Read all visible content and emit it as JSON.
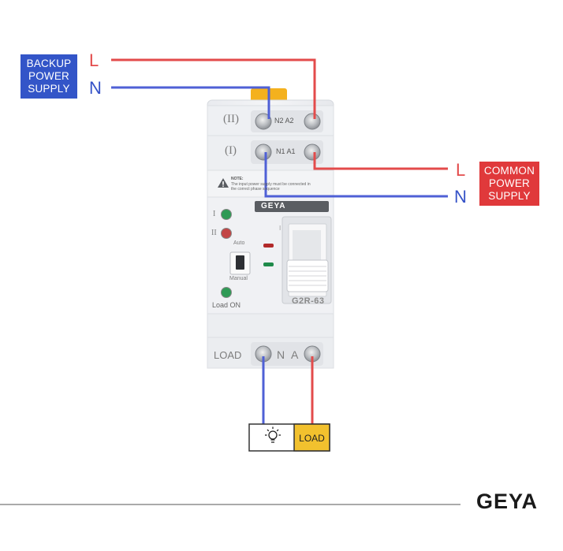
{
  "backup_supply": {
    "lines": [
      "BACKUP",
      "POWER",
      "SUPPLY"
    ],
    "l_label": "L",
    "n_label": "N",
    "box_color": "#3355c8"
  },
  "common_supply": {
    "lines": [
      "COMMON",
      "POWER",
      "SUPPLY"
    ],
    "l_label": "L",
    "n_label": "N",
    "box_color": "#e0393b"
  },
  "colors": {
    "live_wire": "#e34b4b",
    "neutral_wire": "#4f60d6",
    "load_yellow": "#f2c12e"
  },
  "device": {
    "row_2": {
      "roman": "(II)",
      "terminals": "N2 A2"
    },
    "row_1": {
      "roman": "(I)",
      "terminals": "N1 A1"
    },
    "note_title": "NOTE:",
    "note_text": [
      "The input power supply must be connected in",
      "the correct phase sequence"
    ],
    "brand_plate": "GEYA",
    "indicators": {
      "first": "I",
      "second": "II"
    },
    "switch_labels": {
      "auto": "Auto",
      "manual": "Manual"
    },
    "load_on": "Load ON",
    "model": "G2R-63",
    "bottom": {
      "load": "LOAD",
      "n": "N",
      "a": "A"
    },
    "window_mark": "I"
  },
  "load_box": {
    "label": "LOAD",
    "icon": "light-bulb-icon"
  },
  "footer_logo": "GEYA"
}
